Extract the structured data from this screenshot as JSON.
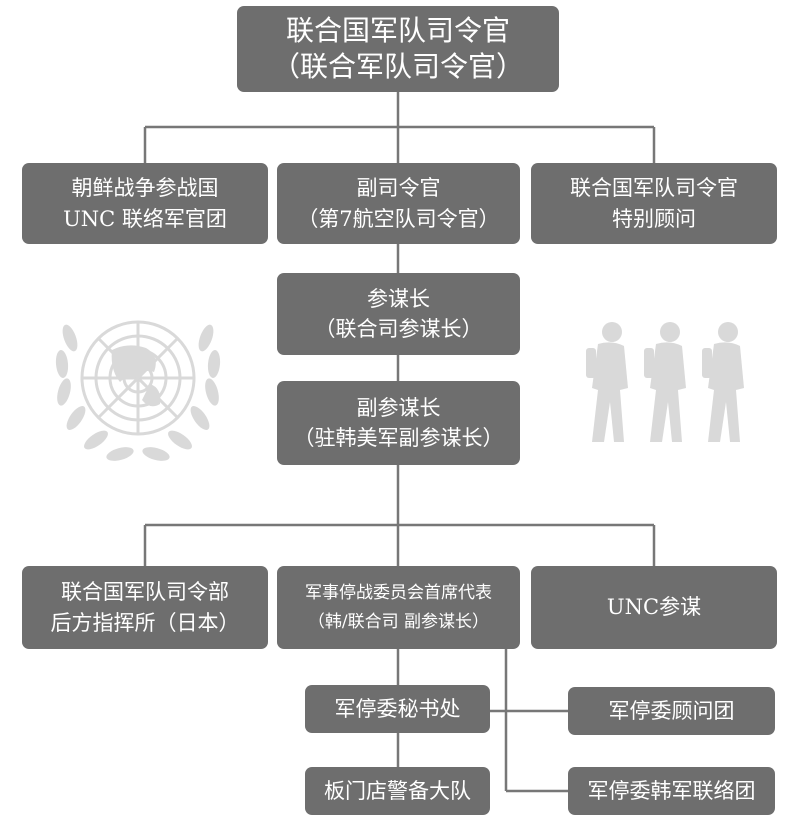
{
  "commander": {
    "line1": "联合国军队司令官",
    "line2": "（联合军队司令官）"
  },
  "row1": {
    "left": {
      "line1": "朝鲜战争参战国",
      "line2": "UNC 联络军官团"
    },
    "center": {
      "line1": "副司令官",
      "line2": "（第7航空队司令官）"
    },
    "right": {
      "line1": "联合国军队司令官",
      "line2": "特别顾问"
    }
  },
  "chief_of_staff": {
    "line1": "参谋长",
    "line2": "（联合司参谋长）"
  },
  "deputy_chief": {
    "line1": "副参谋长",
    "line2": "（驻韩美军副参谋长）"
  },
  "row2": {
    "left": {
      "line1": "联合国军队司令部",
      "line2": "后方指挥所（日本）"
    },
    "center": {
      "line1": "军事停战委员会首席代表",
      "line2": "（韩/联合司 副参谋长）"
    },
    "right": {
      "line1": "UNC参谋"
    }
  },
  "bottom": {
    "secretariat": "军停委秘书处",
    "security": "板门店警备大队",
    "advisory": "军停委顾问团",
    "liaison": "军停委韩军联络团"
  },
  "colors": {
    "box": "#6e6e6e",
    "text": "#ffffff",
    "line": "#777777",
    "emblem": "#d9d9d9"
  }
}
